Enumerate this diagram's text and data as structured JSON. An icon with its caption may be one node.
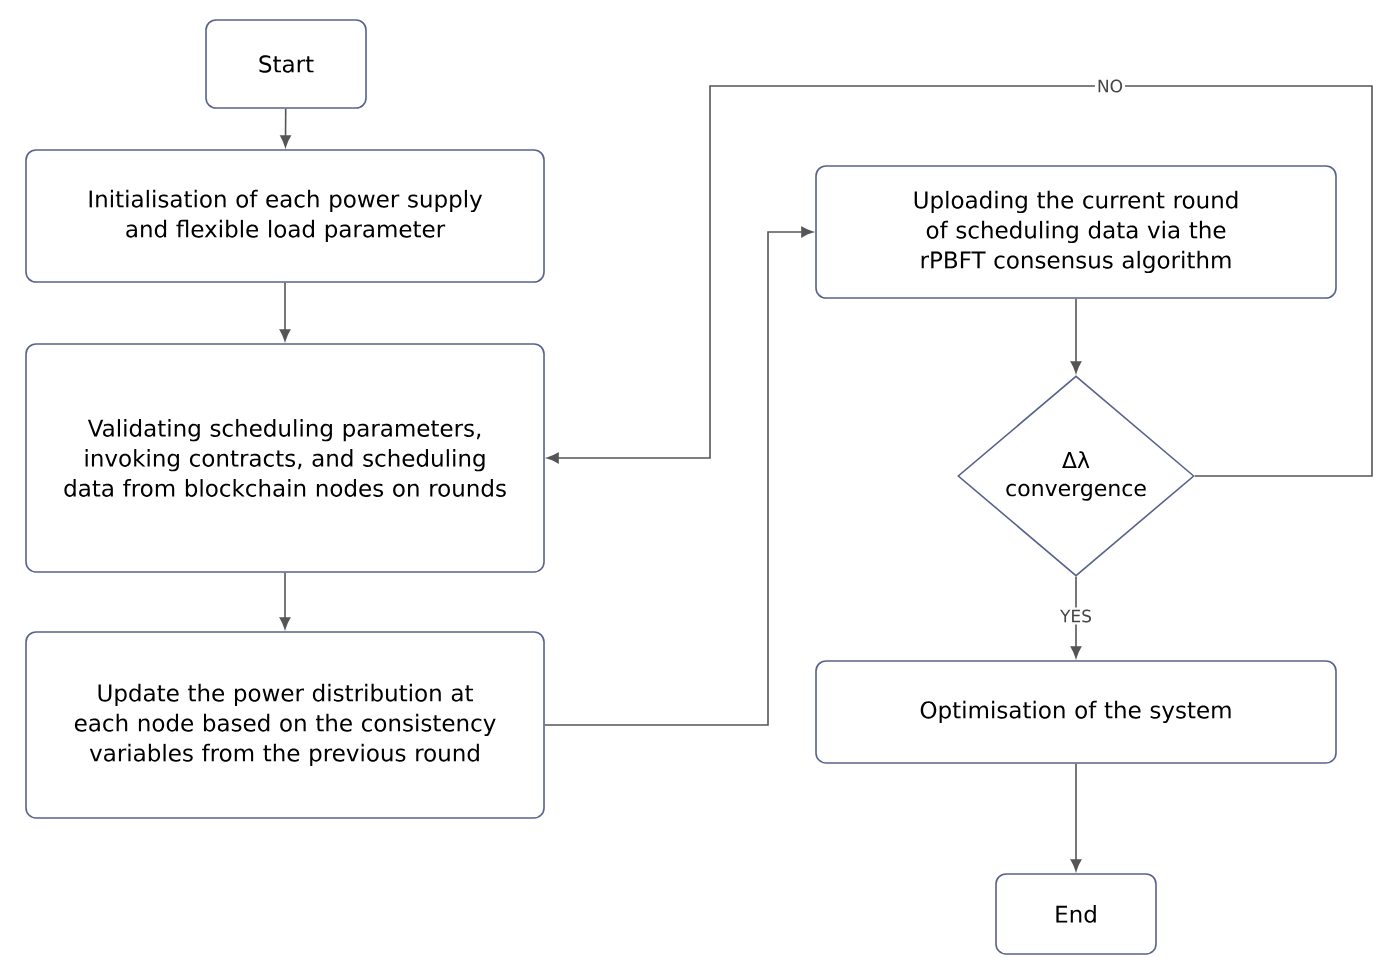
{
  "diagram": {
    "nodes": [
      {
        "text": [
          "Start"
        ]
      },
      {
        "text": [
          "Initialisation of each power supply and flexible load parameter"
        ]
      },
      {
        "text": [
          "Validating scheduling parameters, invoking contracts, and scheduling data from blockchain nodes on rounds"
        ]
      },
      {
        "text": [
          "Update the power distribution at each node based on the consistency variables from the previous round"
        ]
      },
      {
        "text": [
          "Uploading the current round of scheduling data via the rPBFT consensus algorithm"
        ]
      },
      {
        "text": [
          "Δλ convergence"
        ]
      },
      {
        "text": [
          "Optimisation of the system"
        ]
      },
      {
        "text": [
          "End"
        ]
      }
    ],
    "edges": [
      {
        "from": 0,
        "to": 1,
        "arrow": "to"
      },
      {
        "from": 1,
        "to": 2,
        "arrow": "to"
      },
      {
        "from": 2,
        "to": 3,
        "arrow": "to"
      },
      {
        "from": 3,
        "to": 4,
        "arrow": "to"
      },
      {
        "from": 4,
        "to": 5,
        "arrow": "to"
      },
      {
        "from": 5,
        "to": 6,
        "arrow": "to",
        "label": "YES"
      },
      {
        "from": 6,
        "to": 7,
        "arrow": "to"
      },
      {
        "from": 5,
        "to": 2,
        "arrow": "to",
        "label": "NO"
      }
    ]
  }
}
